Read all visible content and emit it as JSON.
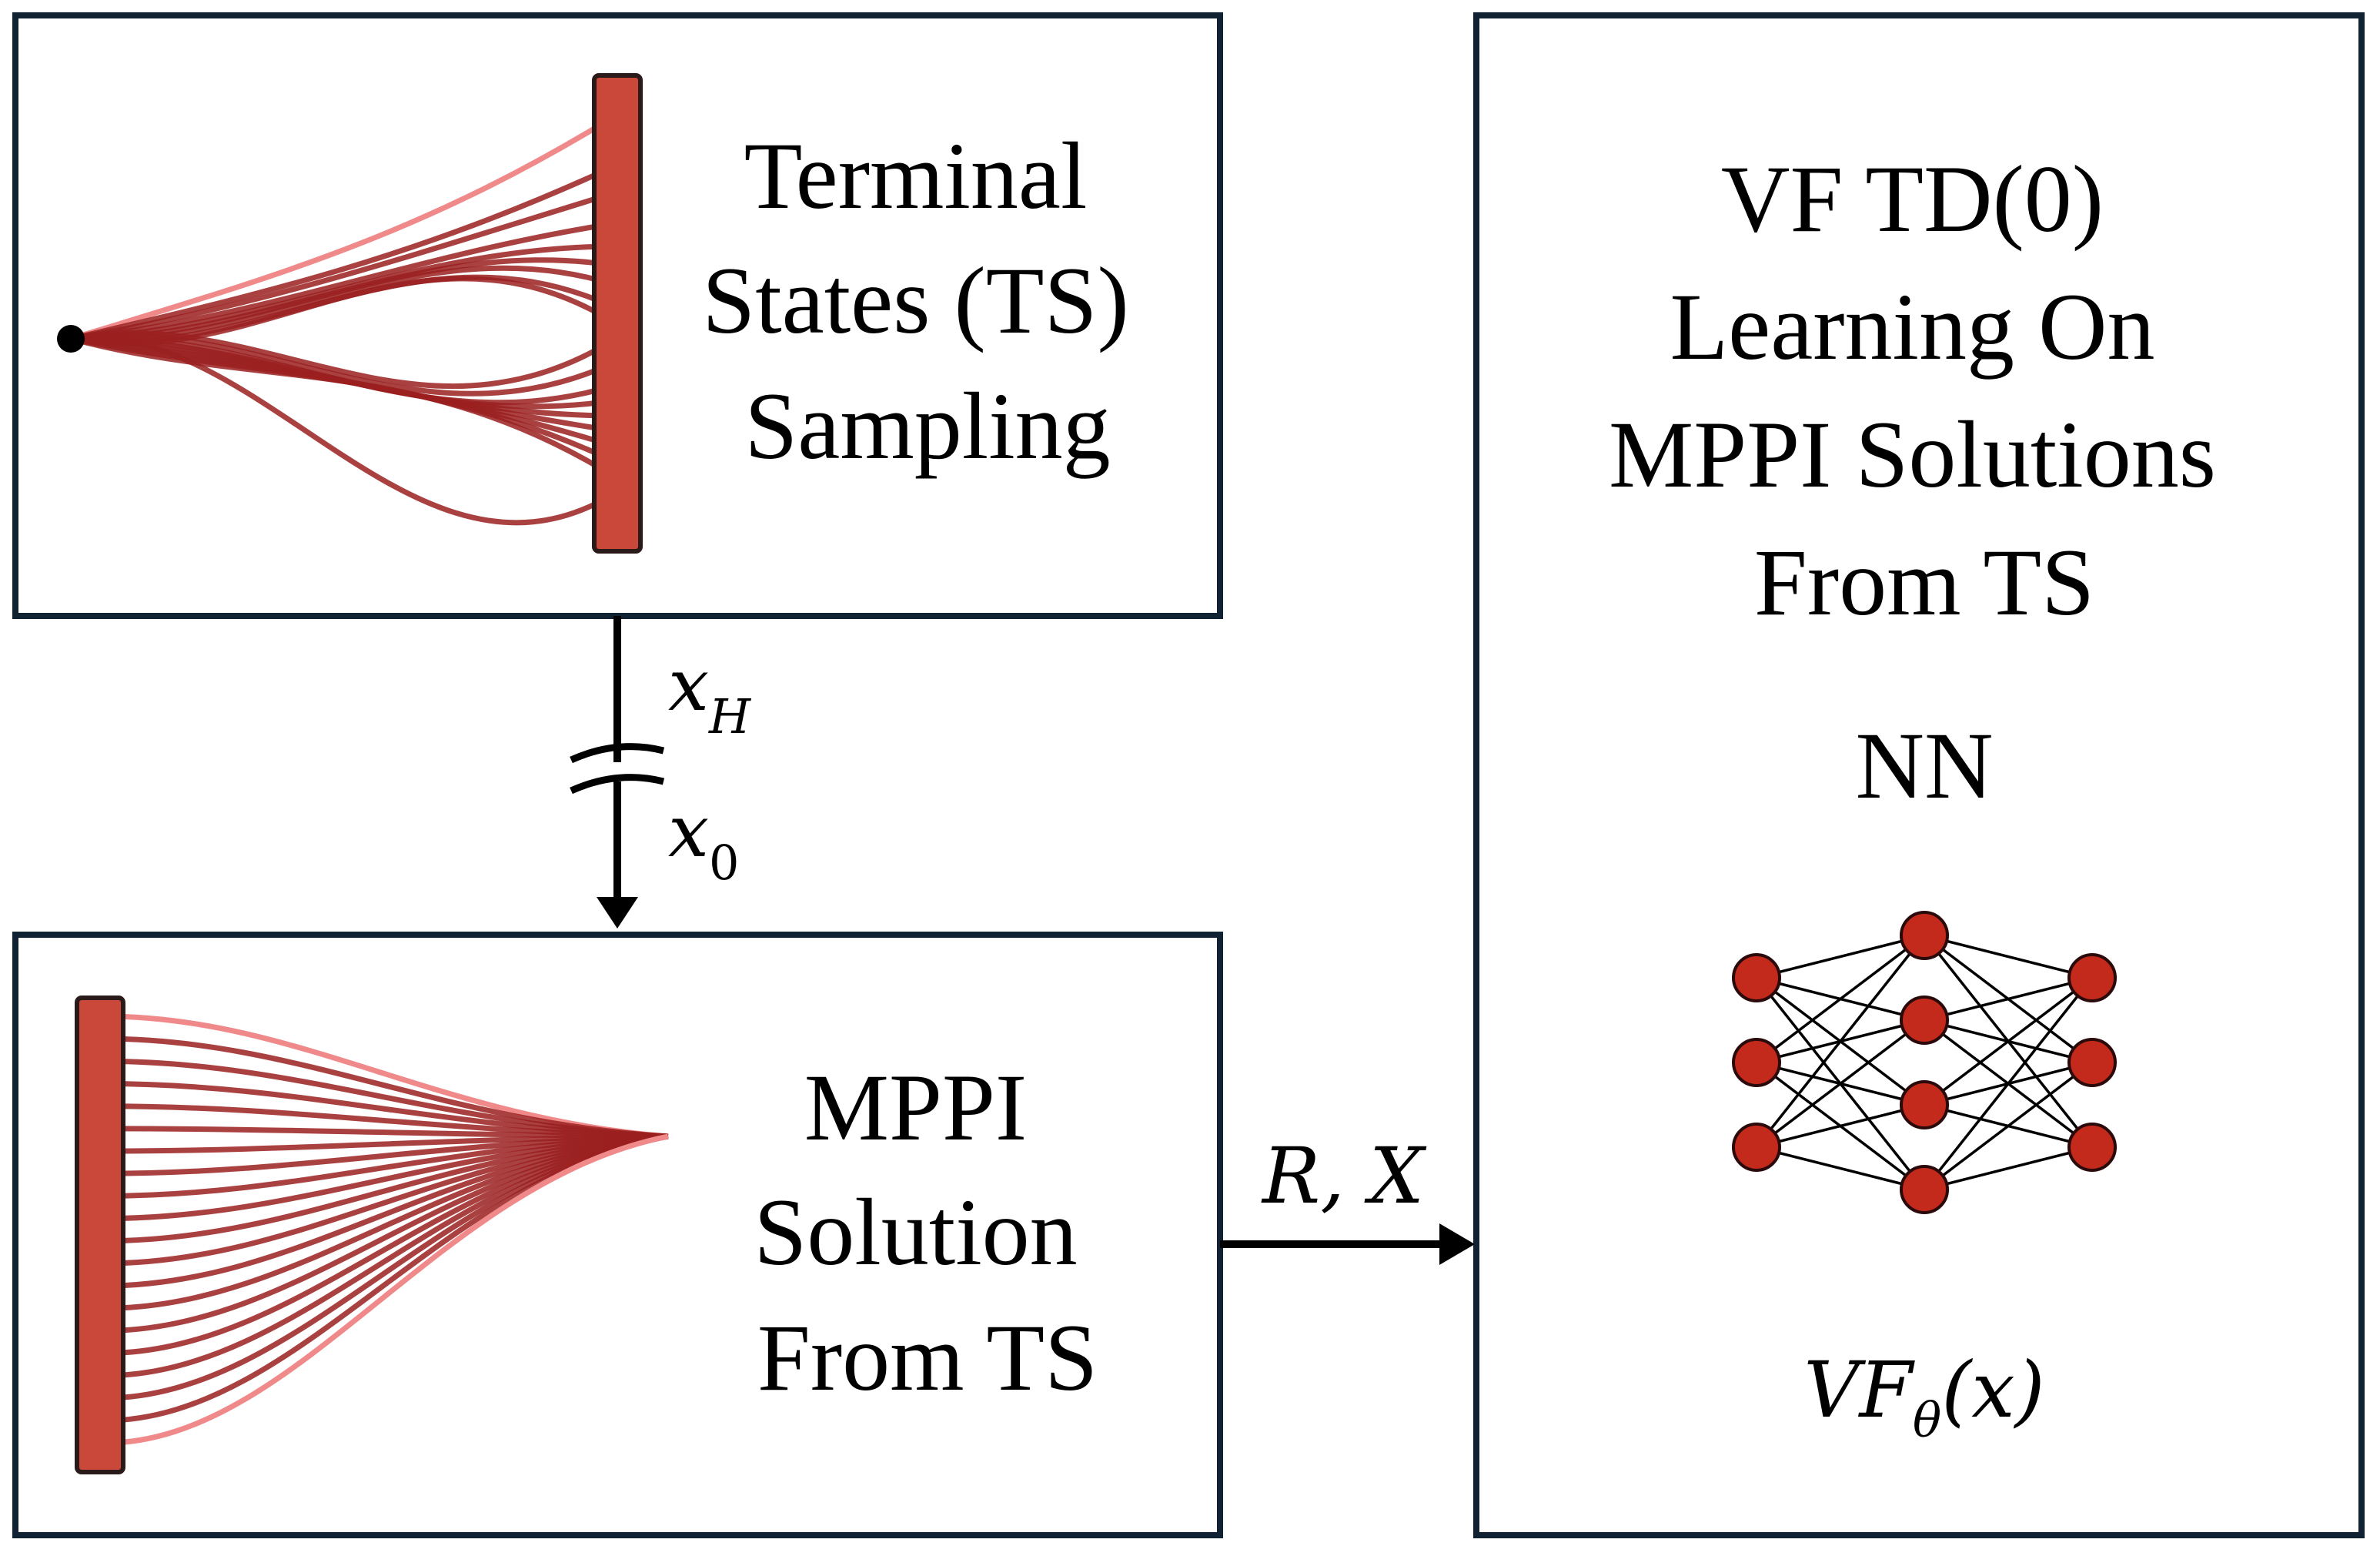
{
  "boxes": {
    "terminal": {
      "lines": [
        "Terminal",
        "States (TS)",
        "Sampling"
      ]
    },
    "mppi": {
      "lines": [
        "MPPI",
        "Solution",
        "From TS"
      ]
    },
    "vf": {
      "lines": [
        "VF TD(0)",
        "Learning On",
        "MPPI Solutions",
        "From TS"
      ]
    }
  },
  "arrows": {
    "vertical": {
      "top_label": {
        "base": "x",
        "sub": "H"
      },
      "bottom_label": {
        "base": "x",
        "sub": "0"
      }
    },
    "horizontal": {
      "label": "R, X"
    }
  },
  "network": {
    "title": "NN",
    "formula": {
      "base": "VF",
      "sub": "θ",
      "arg": "(x)"
    },
    "layers": [
      3,
      4,
      3
    ]
  },
  "colors": {
    "box_border": "#112233",
    "trajectory_dark": "#9b2020",
    "trajectory_light": "#f08a8a",
    "terminal_bar": "#c9483a",
    "node": "#c42a1c"
  }
}
